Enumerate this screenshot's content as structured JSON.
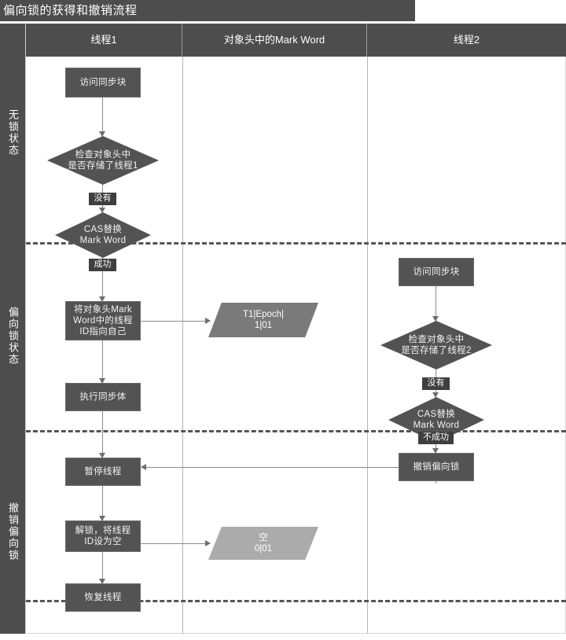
{
  "title": "偏向锁的获得和撤销流程",
  "swimlanes": {
    "columns": [
      {
        "id": "thread1",
        "label": "线程1"
      },
      {
        "id": "markword",
        "label": "对象头中的Mark Word"
      },
      {
        "id": "thread2",
        "label": "线程2"
      }
    ],
    "phases": [
      {
        "id": "unlocked",
        "label": "无锁状态"
      },
      {
        "id": "biased",
        "label": "偏向锁状态"
      },
      {
        "id": "revoke",
        "label": "撤销偏向锁"
      }
    ]
  },
  "nodes": {
    "t1_access": {
      "text": "访问同步块",
      "shape": "process",
      "lane": "thread1"
    },
    "t1_check": {
      "text": "检查对象头中\n是否存储了线程1",
      "shape": "decision",
      "lane": "thread1"
    },
    "t1_cas": {
      "text": "CAS替换\nMark Word",
      "shape": "decision",
      "lane": "thread1"
    },
    "t1_point_self": {
      "text": "将对象头Mark\nWord中的线程\nID指向自己",
      "shape": "process",
      "lane": "thread1"
    },
    "t1_exec": {
      "text": "执行同步体",
      "shape": "process",
      "lane": "thread1"
    },
    "t1_suspend": {
      "text": "暂停线程",
      "shape": "process",
      "lane": "thread1"
    },
    "t1_unlock": {
      "text": "解锁，将线程\nID设为空",
      "shape": "process",
      "lane": "thread1"
    },
    "t1_resume": {
      "text": "恢复线程",
      "shape": "process",
      "lane": "thread1"
    },
    "mw_biased": {
      "text": "T1|Epoch|\n1|01",
      "shape": "data",
      "lane": "markword",
      "fill": "dark"
    },
    "mw_empty": {
      "text": "空\n0|01",
      "shape": "data",
      "lane": "markword",
      "fill": "light"
    },
    "t2_access": {
      "text": "访问同步块",
      "shape": "process",
      "lane": "thread2"
    },
    "t2_check": {
      "text": "检查对象头中\n是否存储了线程2",
      "shape": "decision",
      "lane": "thread2"
    },
    "t2_cas": {
      "text": "CAS替换\nMark Word",
      "shape": "decision",
      "lane": "thread2"
    },
    "t2_revoke": {
      "text": "撤销偏向锁",
      "shape": "process",
      "lane": "thread2"
    }
  },
  "edge_labels": {
    "t1_none": "没有",
    "t1_success": "成功",
    "t2_none": "没有",
    "t2_fail": "不成功"
  },
  "colors": {
    "header_bg": "#4d4d4d",
    "node_fill": "#535353",
    "data_fill_dark": "#7a7a7a",
    "data_fill_light": "#ababab",
    "connector": "#8a8a8a",
    "separator_dash": "#555555",
    "canvas_bg": "#ffffff"
  }
}
